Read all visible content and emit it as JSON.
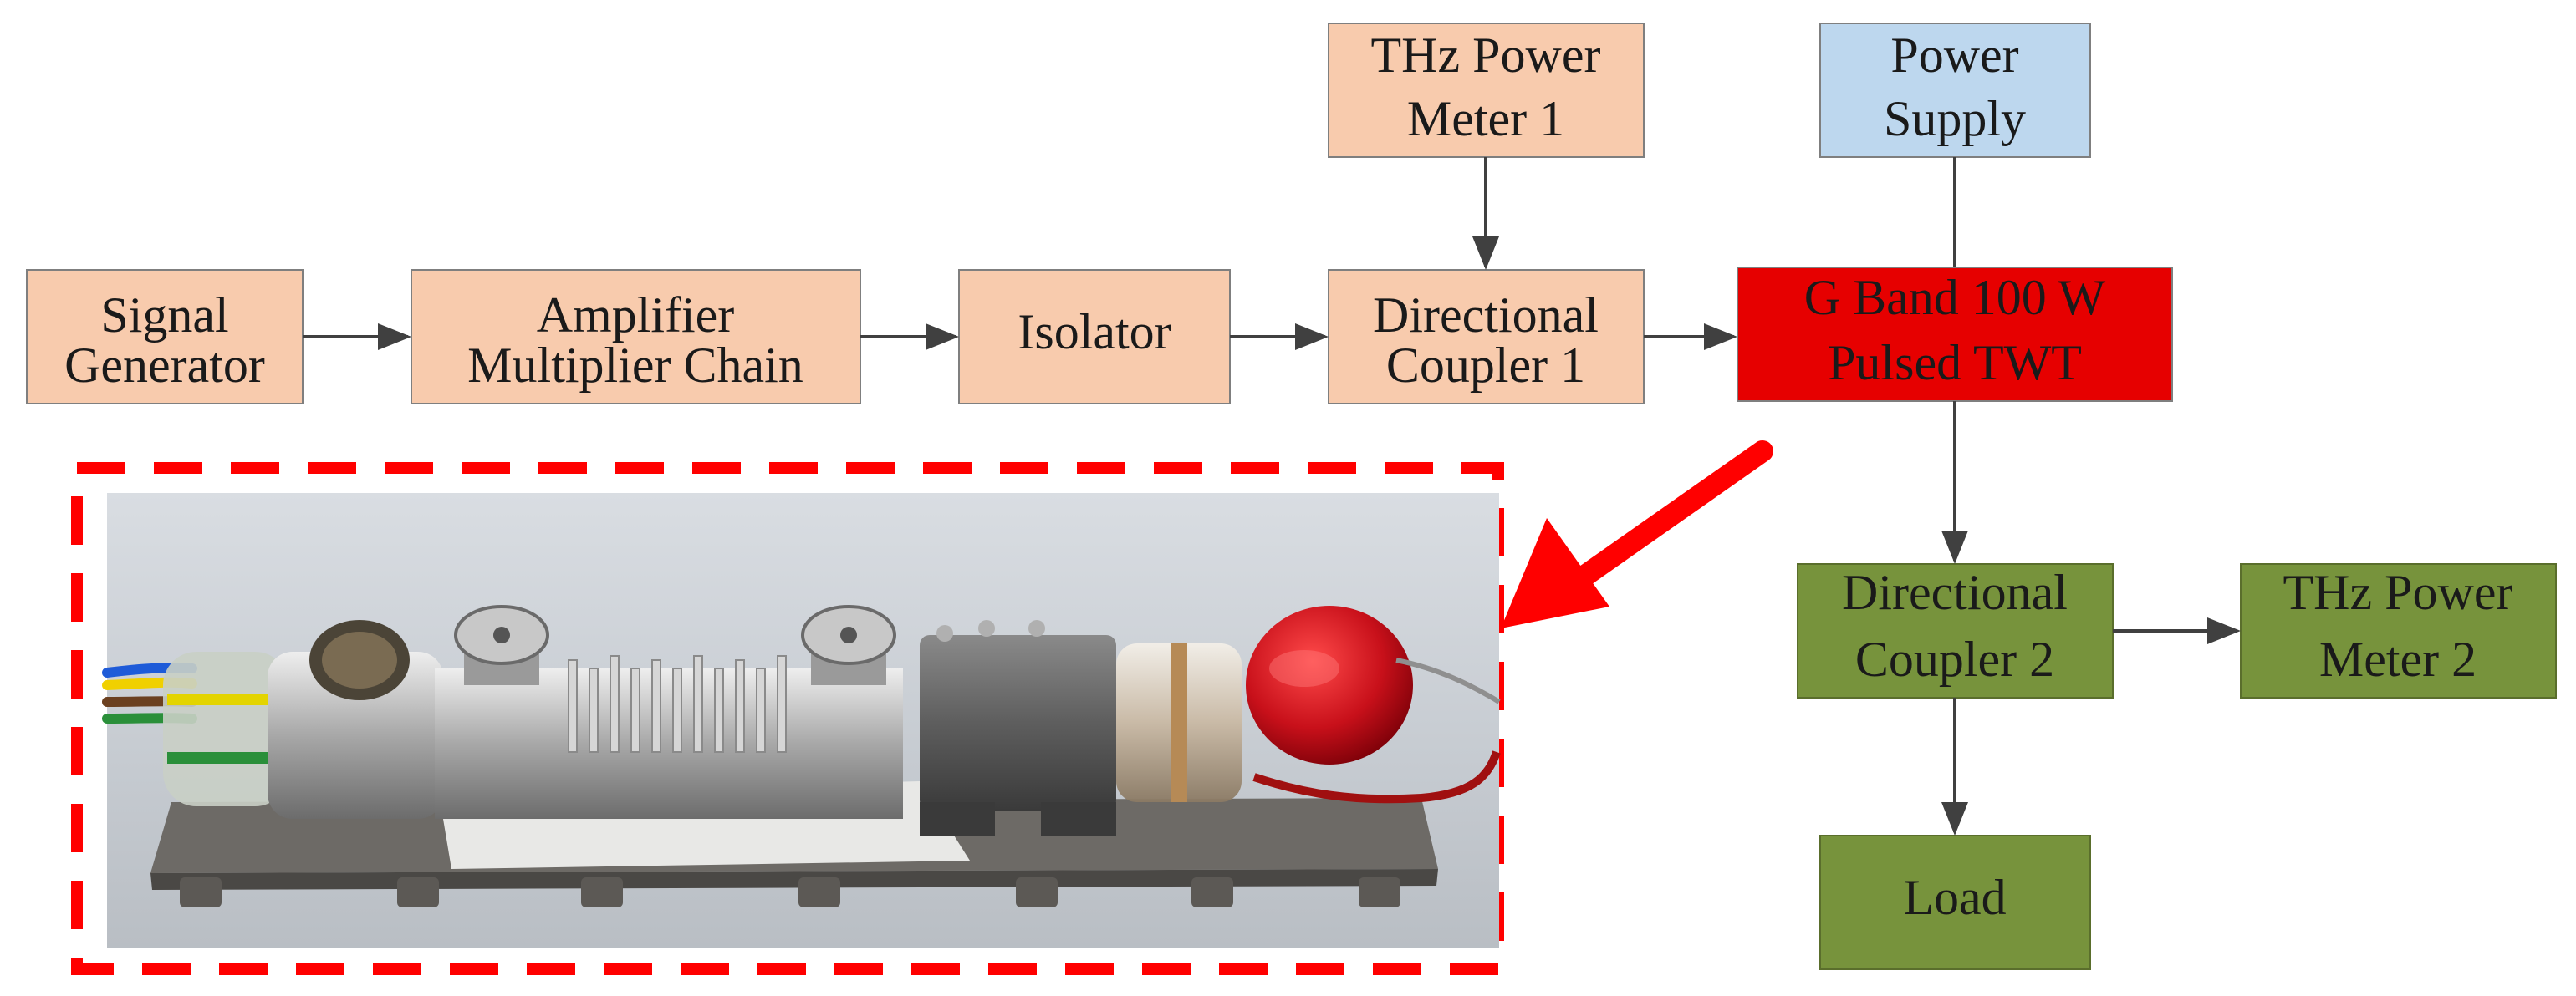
{
  "colors": {
    "orange_block": "#f8cbad",
    "blue_block": "#bdd7ee",
    "green_block": "#77933c",
    "red_block": "#e60000",
    "arrow": "#404040",
    "dashed_frame": "#ff0000"
  },
  "blocks": {
    "signal_generator": [
      "Signal",
      "Generator"
    ],
    "amplifier_multiplier_chain": [
      "Amplifier",
      "Multiplier Chain"
    ],
    "isolator": [
      "Isolator"
    ],
    "directional_coupler_1": [
      "Directional",
      "Coupler 1"
    ],
    "thz_power_meter_1": [
      "THz Power",
      "Meter 1"
    ],
    "power_supply": [
      "Power",
      "Supply"
    ],
    "twt": [
      "G Band 100 W",
      "Pulsed TWT"
    ],
    "directional_coupler_2": [
      "Directional",
      "Coupler 2"
    ],
    "thz_power_meter_2": [
      "THz Power",
      "Meter 2"
    ],
    "load": [
      "Load"
    ]
  },
  "photo": {
    "subject": "G-band pulsed TWT device photograph"
  }
}
